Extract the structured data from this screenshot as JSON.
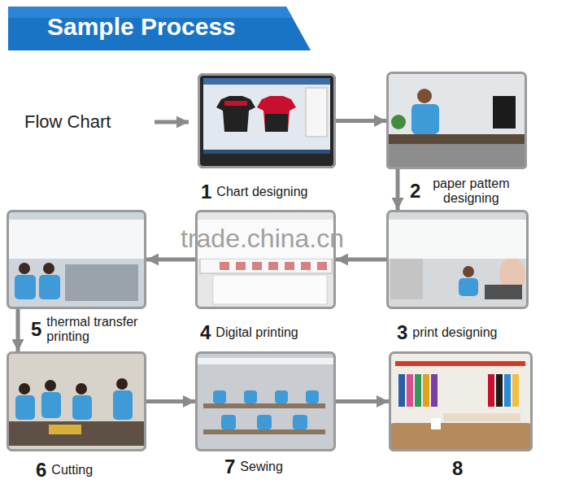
{
  "diagram": {
    "title": "Sample Process",
    "nodes": [
      {
        "text": [
          "1",
          "Chart designing"
        ]
      },
      {
        "text": [
          "2",
          "paper pattem designing"
        ]
      },
      {
        "text": [
          "3",
          "print designing"
        ]
      },
      {
        "text": [
          "4",
          "Digital printing"
        ]
      },
      {
        "text": [
          "5",
          "thermal transfer printing"
        ]
      },
      {
        "text": [
          "6",
          "Cutting"
        ]
      },
      {
        "text": [
          "7",
          "Sewing"
        ]
      },
      {
        "text": [
          "8"
        ]
      }
    ],
    "edges": [
      {
        "from": 0,
        "to": 1,
        "arrow": "to"
      },
      {
        "from": 1,
        "to": 2,
        "arrow": "to"
      },
      {
        "from": 2,
        "to": 3,
        "arrow": "to"
      },
      {
        "from": 3,
        "to": 4,
        "arrow": "to"
      },
      {
        "from": 4,
        "to": 5,
        "arrow": "to"
      },
      {
        "from": 5,
        "to": 6,
        "arrow": "to"
      },
      {
        "from": 6,
        "to": 7,
        "arrow": "to"
      }
    ],
    "labels": [
      "Flow Chart",
      "trade.china.cn"
    ]
  }
}
